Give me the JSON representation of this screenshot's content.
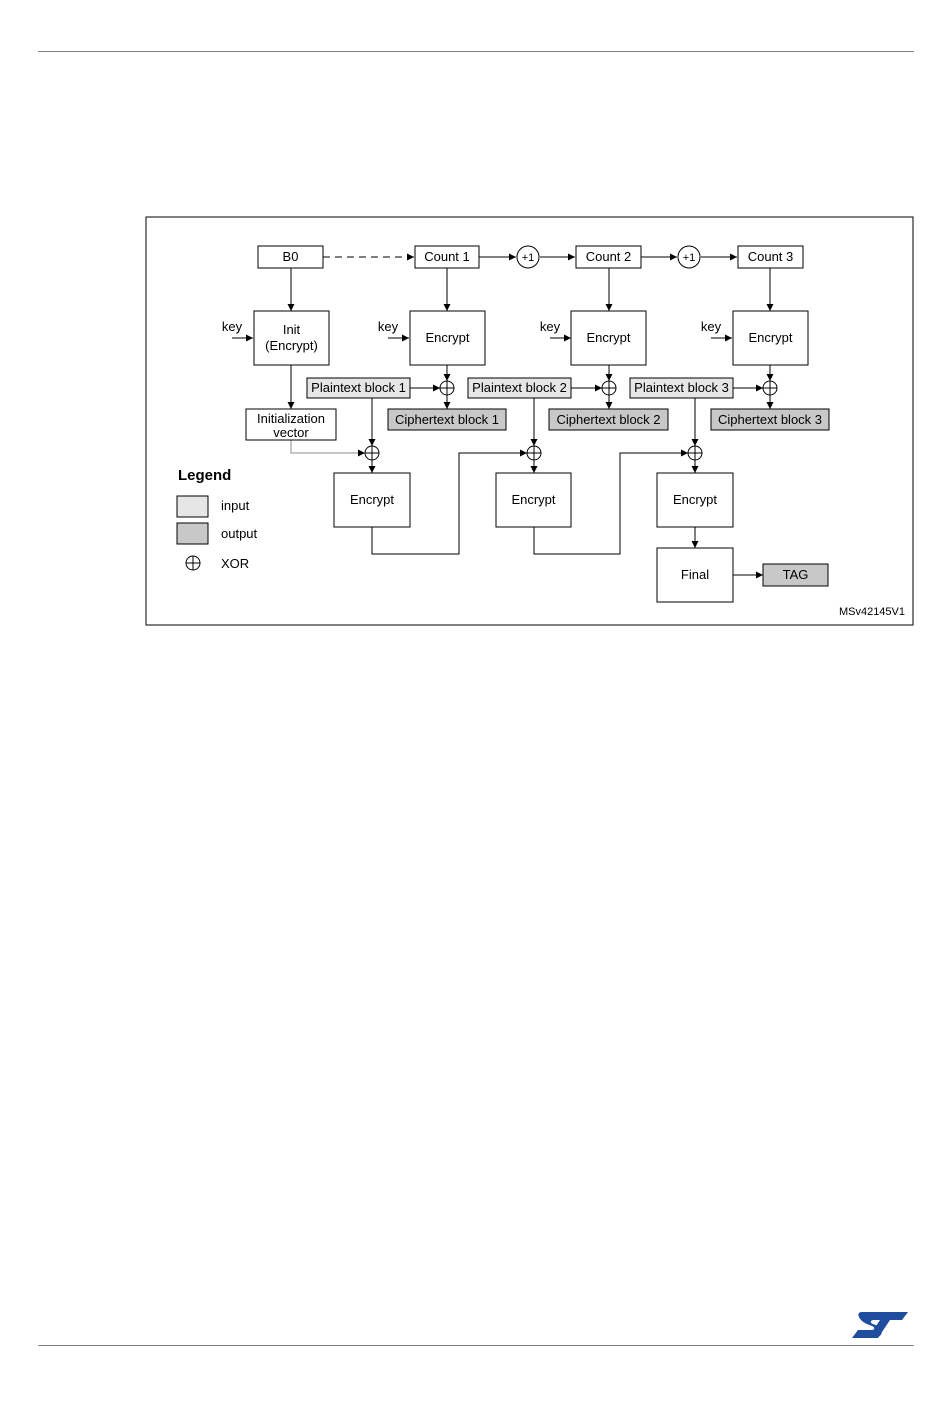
{
  "figure_id": "MSv42145V1",
  "nodes": {
    "b0": "B0",
    "count1": "Count 1",
    "count2": "Count 2",
    "count3": "Count 3",
    "plus_one": "+1",
    "key": "key",
    "init_line1": "Init",
    "init_line2": "(Encrypt)",
    "encrypt": "Encrypt",
    "iv_line1": "Initialization",
    "iv_line2": "vector",
    "plaintext1": "Plaintext block 1",
    "plaintext2": "Plaintext block 2",
    "plaintext3": "Plaintext block 3",
    "ciphertext1": "Ciphertext block 1",
    "ciphertext2": "Ciphertext block 2",
    "ciphertext3": "Ciphertext block 3",
    "final": "Final",
    "tag": "TAG"
  },
  "legend": {
    "title": "Legend",
    "input": "input",
    "output": "output",
    "xor": "XOR"
  },
  "colors": {
    "input_fill": "#e6e6e6",
    "output_fill": "#c8c8c8",
    "rule": "#7f7f7f",
    "logo": "#1e4e9d"
  },
  "logo": "ST"
}
